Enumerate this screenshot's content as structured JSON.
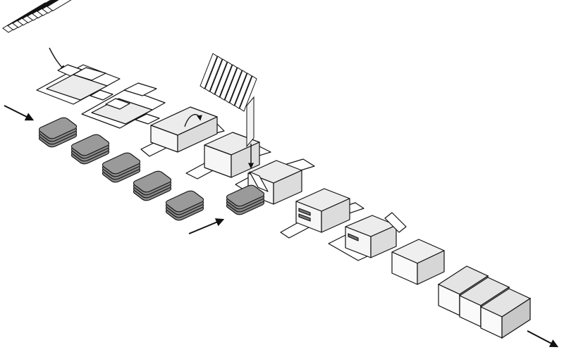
{
  "diagram": {
    "title": "",
    "colors": {
      "background": "#ffffff",
      "outline": "#111111",
      "blank_fill": "#ffffff",
      "panel_light": "#f3f3f3",
      "panel_mid": "#e4e4e4",
      "panel_dark": "#c8c8c8",
      "product_fill": "#8a8a8a",
      "product_top": "#9a9a9a",
      "arrow_fill": "#111111"
    },
    "stages": [
      "carton-blank-magazine",
      "flat-blanks-on-conveyor",
      "product-stacks-infeed",
      "carton-erecting",
      "leaflet-magazine",
      "leaflet-insertion",
      "product-loading",
      "flap-closing",
      "sealed-carton",
      "cartons-discharge"
    ],
    "product_stack_count": 6,
    "finished_carton_count": 4,
    "leaflet_count": 9
  }
}
